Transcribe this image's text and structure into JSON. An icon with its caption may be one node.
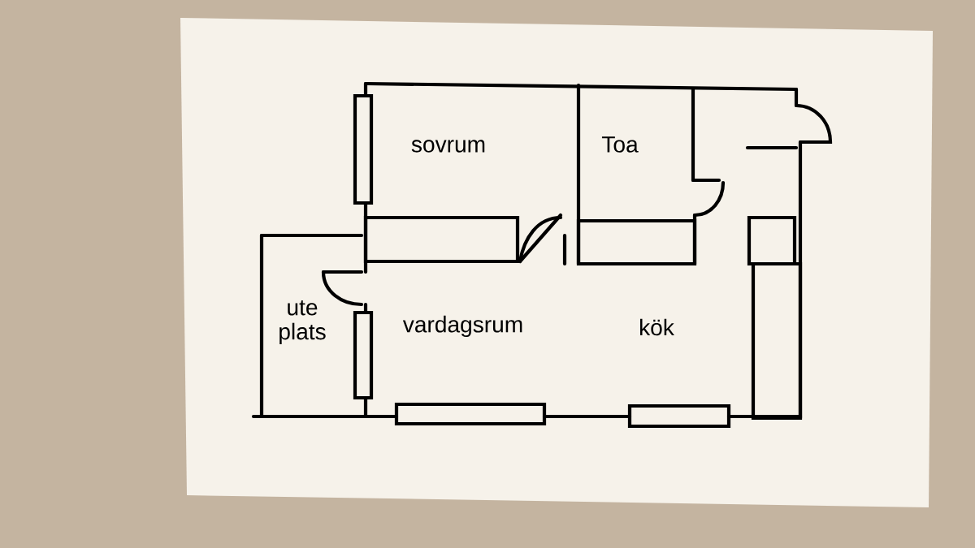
{
  "diagram": {
    "nodes": [
      {
        "text": [
          "sovrum"
        ]
      },
      {
        "text": [
          "Toa"
        ]
      },
      {
        "text": [
          "ute plats"
        ]
      },
      {
        "text": [
          "vardagsrum"
        ]
      },
      {
        "text": [
          "kök"
        ]
      }
    ]
  }
}
